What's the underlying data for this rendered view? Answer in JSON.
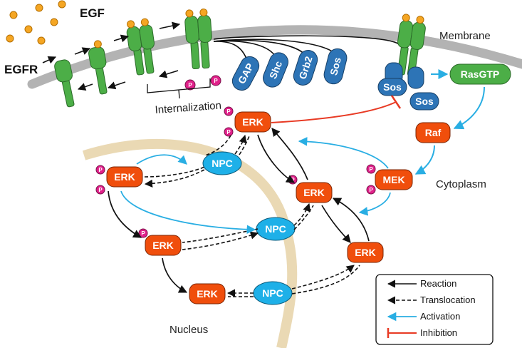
{
  "labels": {
    "egf": "EGF",
    "egfr": "EGFR",
    "membrane": "Membrane",
    "internalization": "Internalization",
    "cytoplasm": "Cytoplasm",
    "nucleus": "Nucleus"
  },
  "adaptors": [
    "GAP",
    "Shc",
    "Grb2",
    "Sos"
  ],
  "sos": "Sos",
  "ras": "RasGTP",
  "raf": "Raf",
  "mek": "MEK",
  "erk": "ERK",
  "npc": "NPC",
  "phospho": "P",
  "legend": {
    "reaction": "Reaction",
    "translocation": "Translocation",
    "activation": "Activation",
    "inhibition": "Inhibition"
  },
  "colors": {
    "erk": "#f04e0c",
    "npc": "#1eb0e8",
    "receptor": "#4cae47",
    "adaptor": "#2d74b6",
    "egf": "#f5a623",
    "phospho": "#e0218a",
    "membrane": "#b3b3b3",
    "nucleus": "#ead9b4",
    "activation": "#29aee3",
    "inhibition": "#e83a24"
  }
}
